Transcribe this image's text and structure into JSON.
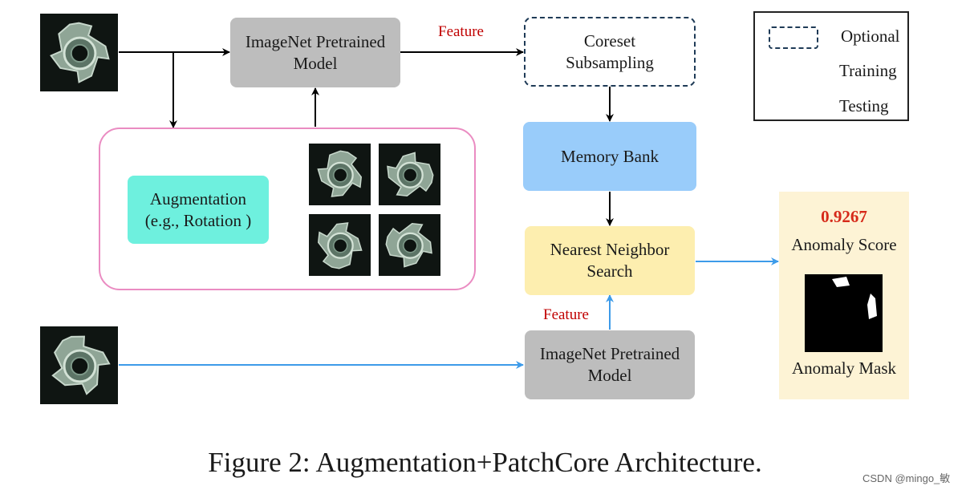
{
  "diagram": {
    "top_model": "ImageNet Pretrained\nModel",
    "bottom_model": "ImageNet Pretrained\nModel",
    "coreset": "Coreset\nSubsampling",
    "memory_bank": "Memory Bank",
    "nn_search": "Nearest Neighbor\nSearch",
    "augmentation": "Augmentation\n(e.g., Rotation )",
    "feature_top": "Feature",
    "feature_bottom": "Feature",
    "score_value": "0.9267",
    "score_label": "Anomaly Score",
    "mask_label": "Anomaly Mask"
  },
  "legend": {
    "optional": "Optional",
    "training": "Training",
    "testing": "Testing"
  },
  "caption": "Figure 2: Augmentation+PatchCore Architecture.",
  "watermark": "CSDN @mingo_敏",
  "colors": {
    "training_arrow": "#000000",
    "testing_arrow": "#3d9be9",
    "feature_text": "#c00000",
    "score_text": "#d62a1a",
    "model_box": "#bdbdbd",
    "memory_bank": "#99ccfa",
    "nn_search": "#fdeeaf",
    "augmentation": "#6ef0de",
    "aug_frame": "#ea8cc2",
    "output_panel": "#fdf3d5"
  },
  "icons": {
    "input_train": "metal-nut-image",
    "input_test": "metal-nut-image",
    "augmented": [
      "metal-nut-image",
      "metal-nut-image",
      "metal-nut-image",
      "metal-nut-image"
    ],
    "mask": "anomaly-mask-image"
  }
}
